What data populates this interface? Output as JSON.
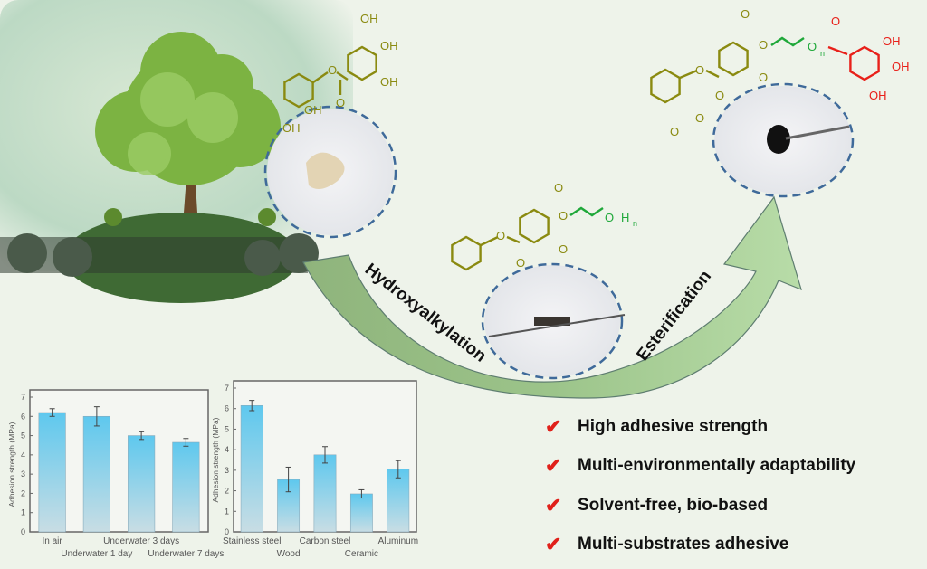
{
  "process": {
    "step1": "Hydroxyalkylation",
    "step2": "Esterification"
  },
  "chemistry": {
    "oh": "OH",
    "o": "O",
    "h": "H",
    "n": "n"
  },
  "features": [
    {
      "icon": "check-icon",
      "mark": "✔",
      "label": "High adhesive strength"
    },
    {
      "icon": "check-icon",
      "mark": "✔",
      "label": "Multi-environmentally adaptability"
    },
    {
      "icon": "check-icon",
      "mark": "✔",
      "label": "Solvent-free, bio-based"
    },
    {
      "icon": "check-icon",
      "mark": "✔",
      "label": "Multi-substrates adhesive"
    }
  ],
  "colors": {
    "olive": "#8a8a10",
    "green": "#1fa83a",
    "red": "#e8201a",
    "arrow": "#a8cf98",
    "bar": "#5ec8ee",
    "check": "#e0201a"
  },
  "chart_data": [
    {
      "type": "bar",
      "title": "",
      "xlabel": "",
      "ylabel": "Adhesion strength (MPa)",
      "ylim": [
        0,
        7
      ],
      "yticks": [
        "0",
        "1",
        "2",
        "3",
        "4",
        "5",
        "6",
        "7"
      ],
      "categories": [
        "In air",
        "Underwater 1 day",
        "Underwater 3 days",
        "Underwater 7 days"
      ],
      "values": [
        6.2,
        6.0,
        5.0,
        4.65
      ],
      "errors": [
        0.2,
        0.5,
        0.2,
        0.2
      ]
    },
    {
      "type": "bar",
      "title": "",
      "xlabel": "",
      "ylabel": "Adhesion strength (MPa)",
      "ylim": [
        0,
        7
      ],
      "yticks": [
        "0",
        "1",
        "2",
        "3",
        "4",
        "5",
        "6",
        "7"
      ],
      "categories": [
        "Stainless steel",
        "Wood",
        "Carbon steel",
        "Ceramic",
        "Aluminum"
      ],
      "values": [
        6.15,
        2.55,
        3.75,
        1.85,
        3.05
      ],
      "errors": [
        0.25,
        0.6,
        0.4,
        0.2,
        0.42
      ]
    }
  ]
}
